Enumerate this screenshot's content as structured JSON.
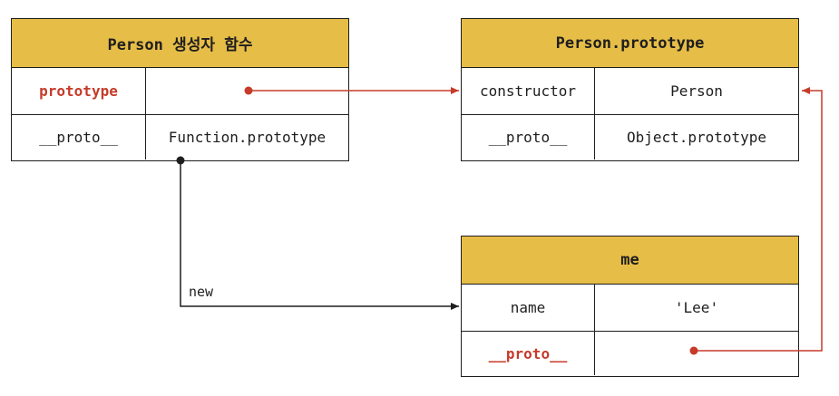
{
  "person_constructor": {
    "title": "Person 생성자 함수",
    "rows": [
      {
        "key": "prototype",
        "value": ""
      },
      {
        "key": "__proto__",
        "value": "Function.prototype"
      }
    ]
  },
  "person_prototype": {
    "title": "Person.prototype",
    "rows": [
      {
        "key": "constructor",
        "value": "Person"
      },
      {
        "key": "__proto__",
        "value": "Object.prototype"
      }
    ]
  },
  "me": {
    "title": "me",
    "rows": [
      {
        "key": "name",
        "value": "'Lee'"
      },
      {
        "key": "__proto__",
        "value": ""
      }
    ]
  },
  "edges": {
    "new_label": "new"
  },
  "colors": {
    "header_bg": "#e6bd47",
    "highlight": "#c63b2a",
    "line": "#1e1e1e"
  }
}
